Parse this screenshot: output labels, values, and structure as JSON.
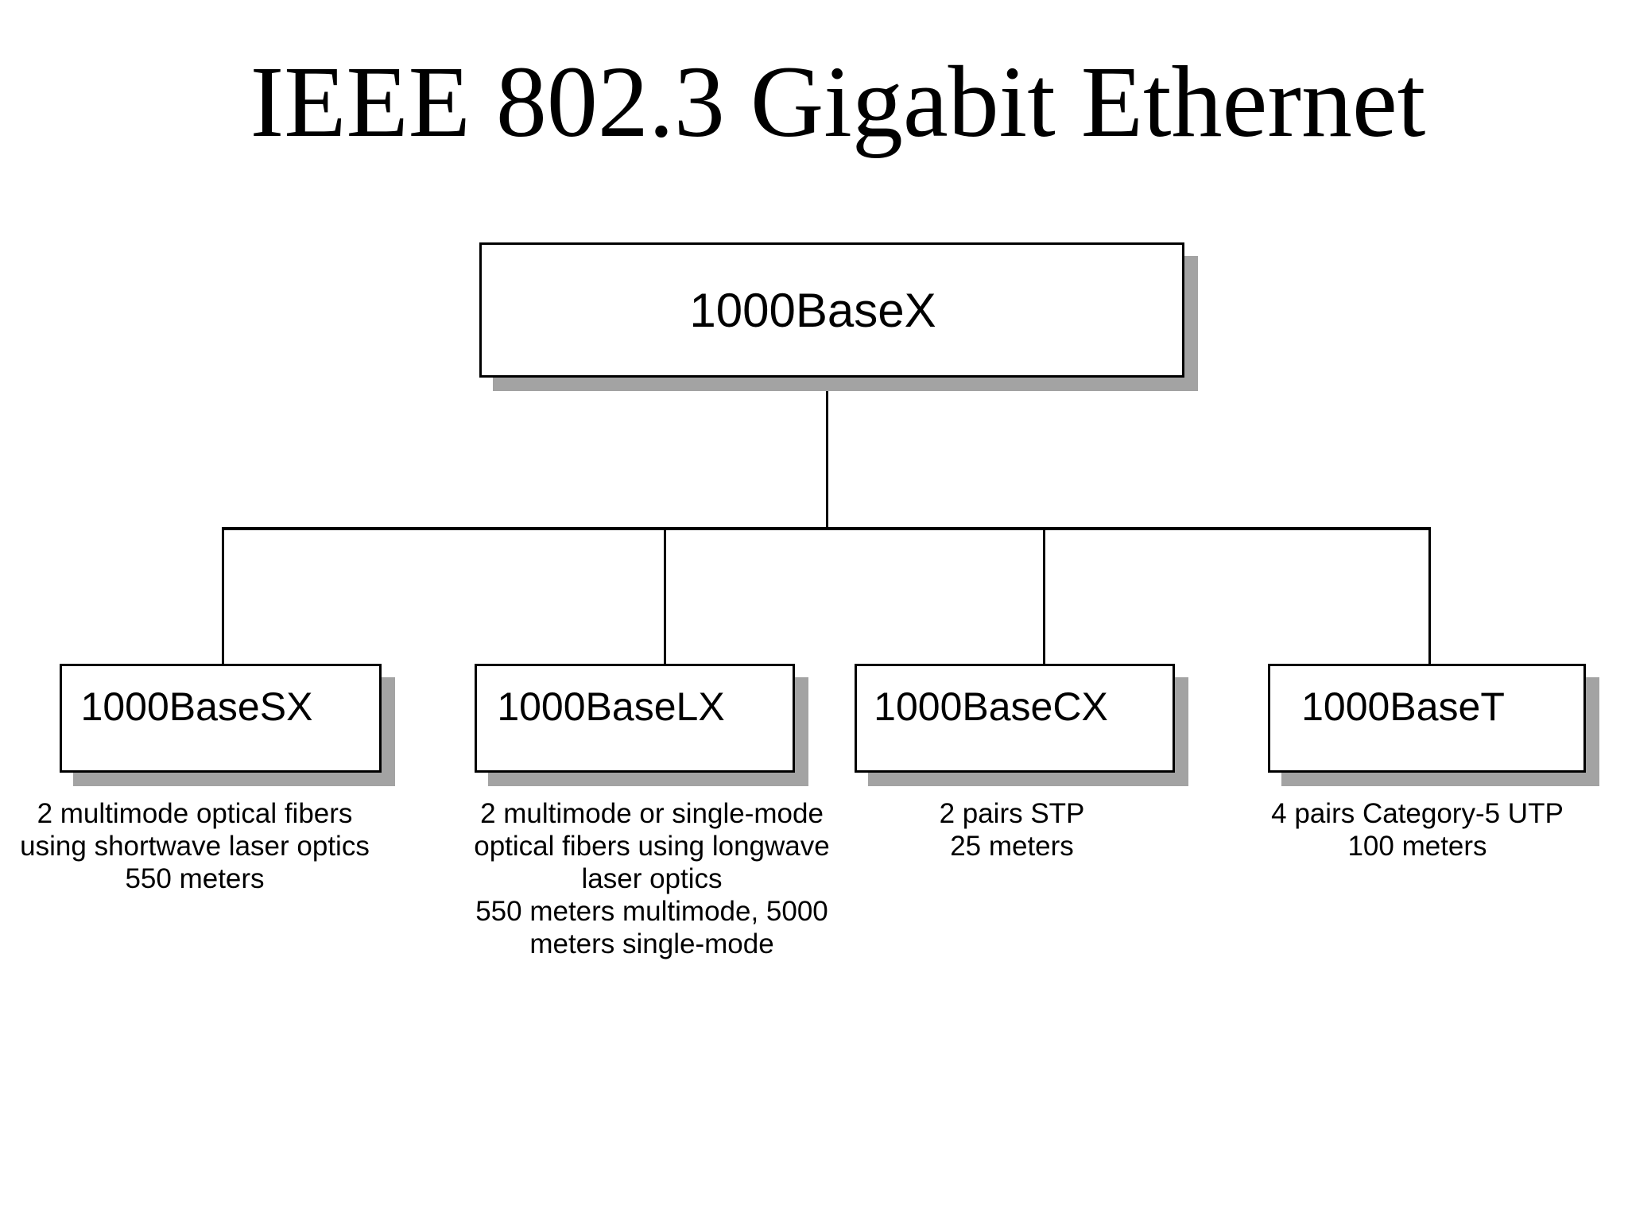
{
  "title": "IEEE 802.3 Gigabit Ethernet",
  "colors": {
    "background": "#ffffff",
    "box_fill": "#ffffff",
    "box_border": "#000000",
    "box_shadow": "#a3a3a3",
    "connector_line": "#000000",
    "text": "#000000"
  },
  "tree": {
    "root": {
      "label": "1000BaseX"
    },
    "children": [
      {
        "label": "1000BaseSX",
        "description": "2 multimode optical fibers\nusing shortwave laser optics\n550 meters"
      },
      {
        "label": "1000BaseLX",
        "description": "2 multimode or single-mode\noptical fibers using longwave\nlaser optics\n550 meters multimode, 5000\nmeters single-mode"
      },
      {
        "label": "1000BaseCX",
        "description": "2 pairs STP\n25 meters"
      },
      {
        "label": "1000BaseT",
        "description": "4 pairs Category-5 UTP\n100 meters"
      }
    ]
  }
}
